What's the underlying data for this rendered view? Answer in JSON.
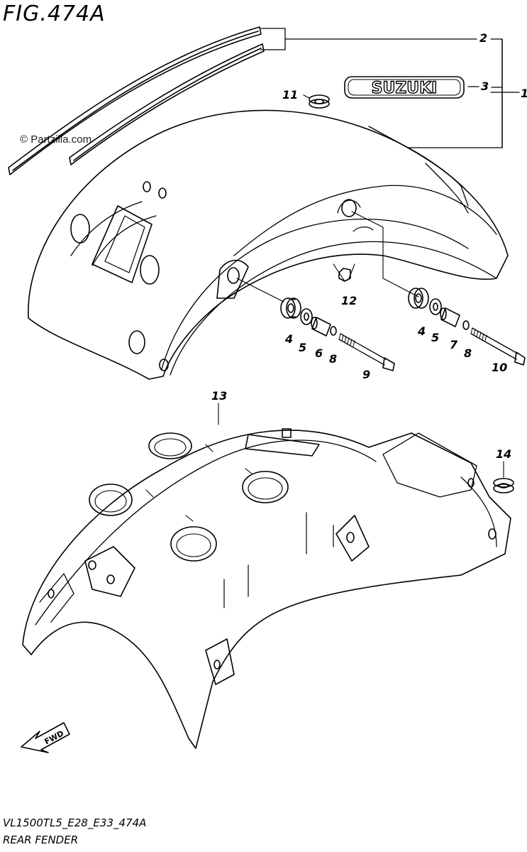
{
  "figure": {
    "title": "FIG.474A",
    "watermark": "© Partzilla.com",
    "code": "VL1500TL5_E28_E33_474A",
    "name": "REAR FENDER",
    "emblem_text": "SUZUKI",
    "fwd_text": "FWD"
  },
  "callouts": {
    "c1": "1",
    "c2": "2",
    "c3": "3",
    "c4a": "4",
    "c5a": "5",
    "c6": "6",
    "c8a": "8",
    "c9": "9",
    "c4b": "4",
    "c5b": "5",
    "c7": "7",
    "c8b": "8",
    "c10": "10",
    "c11": "11",
    "c12": "12",
    "c13": "13",
    "c14": "14"
  }
}
